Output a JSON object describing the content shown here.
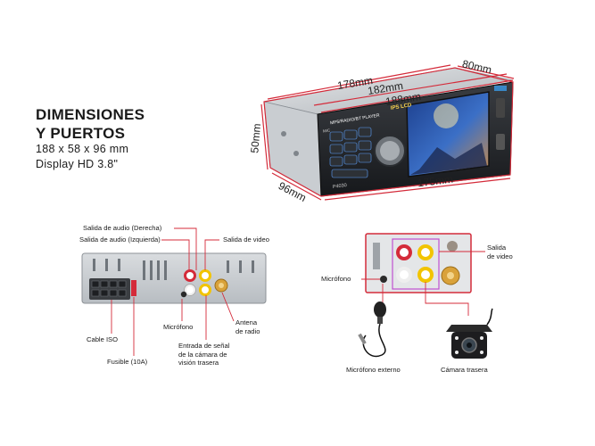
{
  "heading": {
    "line1": "DIMENSIONES",
    "line2": "Y PUERTOS",
    "size": "188 x 58 x 96 mm",
    "display": "Display HD 3.8\""
  },
  "dimensions": {
    "w178": "178mm",
    "w182": "182mm",
    "w188": "188mm",
    "d80": "80mm",
    "h50": "50mm",
    "d96": "96mm",
    "w175": "175mm"
  },
  "device": {
    "brand": "MP5/RADIO/BT PLAYER",
    "screen_label": "IPS LCD",
    "model": "P4030",
    "mic_label": "MIC"
  },
  "rear_ports": {
    "audio_right": "Salida de audio (Derecha)",
    "audio_left": "Salida de audio (Izquierda)",
    "video_out": "Salida de video",
    "microphone": "Micrófono",
    "antenna_line1": "Antena",
    "antenna_line2": "de radio",
    "camera_in_line1": "Entrada de señal",
    "camera_in_line2": "de la cámara de",
    "camera_in_line3": "visión trasera",
    "iso_cable": "Cable ISO",
    "fuse": "Fusible (10A)"
  },
  "accessories": {
    "video_out_line1": "Salida",
    "video_out_line2": "de video",
    "microphone": "Micrófono",
    "external_mic": "Micrófono externo",
    "rear_camera": "Cámara trasera"
  },
  "colors": {
    "accent_red": "#d42b3a",
    "pink_frame": "#c04fd0",
    "yellow_jack": "#f2c400",
    "blue_screen": "#2f5fb8"
  }
}
